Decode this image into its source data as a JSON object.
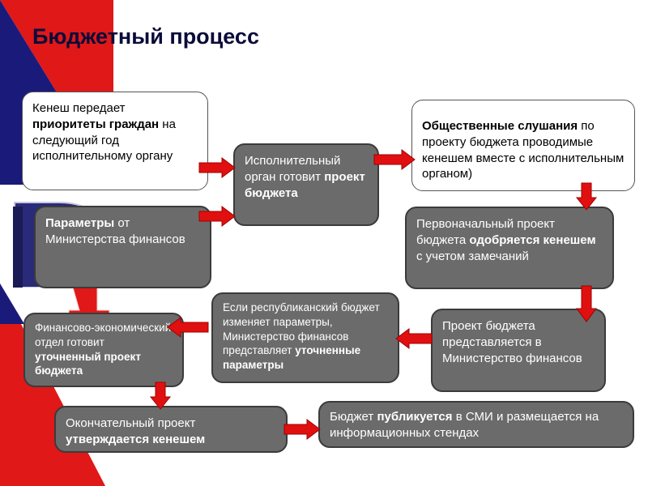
{
  "colors": {
    "red": "#e01818",
    "blue": "#1a1a7a",
    "navy": "#1e1e80",
    "arrow": "#e01010",
    "gray_box": "#6b6b6b"
  },
  "title": "Бюджетный процесс",
  "box1": {
    "pre": "Кенеш передает ",
    "bold": "приоритеты граждан",
    "post": " на следующий год исполнительному органу"
  },
  "box2": {
    "pre": "Исполнительный орган готовит ",
    "bold": "проект бюджета",
    "post": ""
  },
  "box3": {
    "pre": "",
    "bold": "Общественные слушания",
    "post": " по проекту бюджета проводимые кенешем вместе с исполнительным органом)"
  },
  "box4": {
    "pre": "",
    "bold": "Параметры",
    "post": " от Министерства финансов"
  },
  "box5": {
    "pre": "Первоначальный проект бюджета ",
    "bold": "одобряется кенешем",
    "post": " с учетом замечаний"
  },
  "box6": {
    "pre": "Если республиканский бюджет изменяет параметры, Министерство финансов представляет ",
    "bold": "уточненные параметры",
    "post": ""
  },
  "box7": {
    "pre": "Финансово-экономический отдел готовит ",
    "bold": "уточненный проект бюджета",
    "post": ""
  },
  "box8": {
    "pre": "Проект бюджета представляется в Министерство финансов",
    "bold": "",
    "post": ""
  },
  "box9": {
    "pre": "Окончательный проект ",
    "bold": "утверждается кенешем",
    "post": ""
  },
  "box10": {
    "pre": "Бюджет ",
    "bold": "публикуется",
    "post": " в СМИ и размещается на информационных стендах"
  }
}
